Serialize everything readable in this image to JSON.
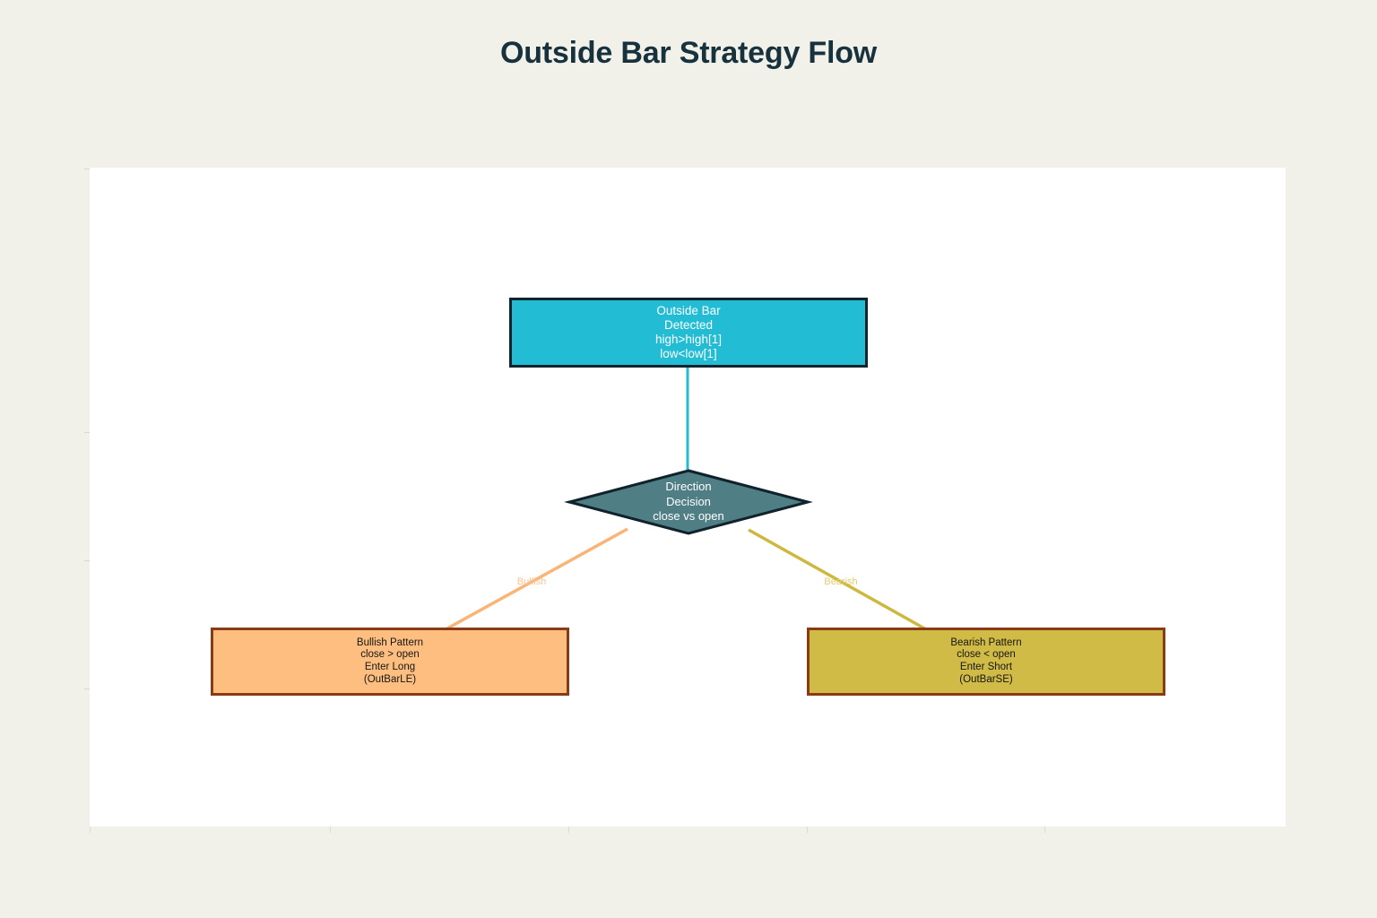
{
  "page": {
    "title": "Outside Bar Strategy Flow",
    "background_color": "#f1f1ea",
    "panel_color": "#ffffff"
  },
  "diagram": {
    "type": "flowchart",
    "nodes": [
      {
        "id": "outside-bar",
        "shape": "rect",
        "lines": [
          "Outside Bar",
          "Detected",
          "high>high[1]",
          "low<low[1]"
        ],
        "fill": "#22bcd4",
        "border": "#10222b",
        "text_color": "#ffffff"
      },
      {
        "id": "decision",
        "shape": "diamond",
        "lines": [
          "Direction",
          "Decision",
          "close vs open"
        ],
        "fill": "#4f7f85",
        "border": "#10222b",
        "text_color": "#ffffff"
      },
      {
        "id": "bullish",
        "shape": "rect",
        "lines": [
          "Bullish Pattern",
          "close > open",
          "Enter Long",
          "(OutBarLE)"
        ],
        "fill": "#fdbe7f",
        "border": "#8b3a16",
        "text_color": "#161616"
      },
      {
        "id": "bearish",
        "shape": "rect",
        "lines": [
          "Bearish Pattern",
          "close < open",
          "Enter Short",
          "(OutBarSE)"
        ],
        "fill": "#cfbb45",
        "border": "#8b3a16",
        "text_color": "#161616"
      }
    ],
    "edges": [
      {
        "id": "detect-to-decision",
        "from": "outside-bar",
        "to": "decision",
        "label": "",
        "color": "#22bcd4"
      },
      {
        "id": "decision-to-bullish",
        "from": "decision",
        "to": "bullish",
        "label": "Bullish",
        "color": "#fac393"
      },
      {
        "id": "decision-to-bearish",
        "from": "decision",
        "to": "bearish",
        "label": "Bearish",
        "color": "#cfb83f"
      }
    ]
  },
  "axes": {
    "y_ticks": [
      482,
      625
    ],
    "x_ticks": [
      368,
      634,
      900,
      1165
    ],
    "tick_color": "#dcdcd4"
  }
}
